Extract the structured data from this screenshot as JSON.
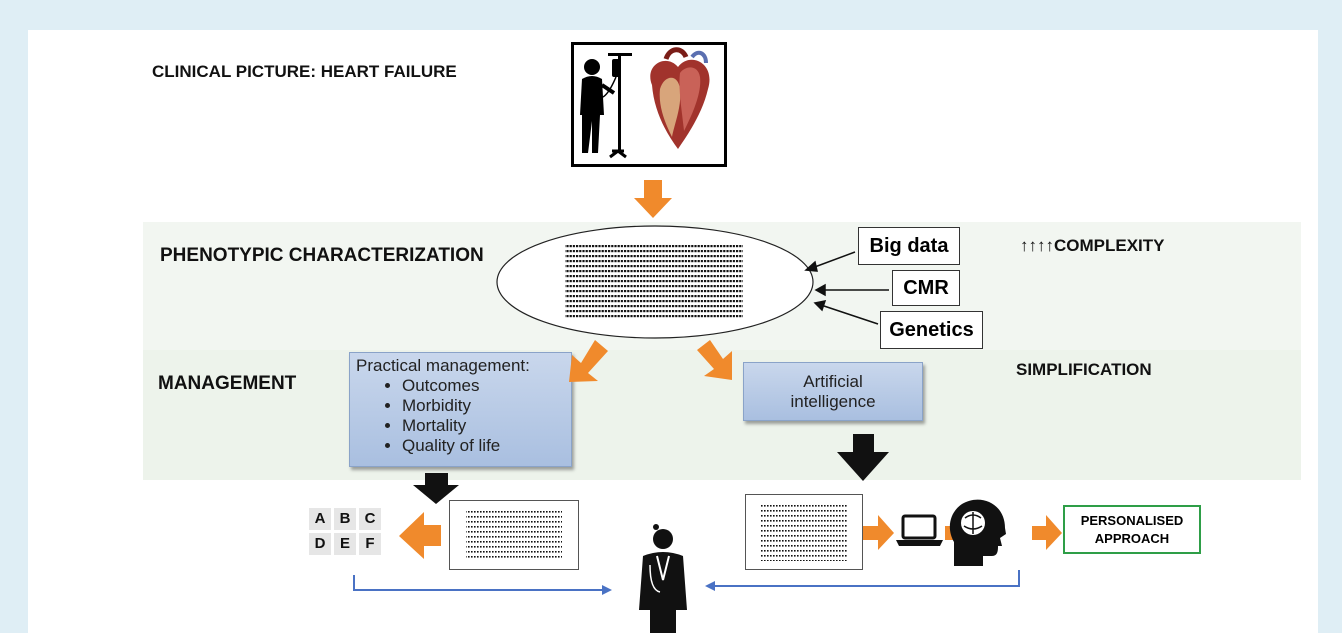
{
  "labels": {
    "clinical_picture": "CLINICAL PICTURE: HEART FAILURE",
    "phenotypic": "PHENOTYPIC CHARACTERIZATION",
    "management": "MANAGEMENT",
    "simplification": "SIMPLIFICATION",
    "complexity": "↑↑↑↑COMPLEXITY"
  },
  "sources": {
    "big_data": "Big data",
    "cmr": "CMR",
    "genetics": "Genetics"
  },
  "practical": {
    "title": "Practical management:",
    "items": [
      "Outcomes",
      "Morbidity",
      "Mortality",
      "Quality of life"
    ]
  },
  "ai": {
    "line1": "Artificial",
    "line2": "intelligence"
  },
  "grid": {
    "letters": [
      "A",
      "B",
      "C",
      "D",
      "E",
      "F"
    ]
  },
  "outcome": {
    "line1": "PERSONALISED",
    "line2": "APPROACH"
  },
  "colors": {
    "background": "#dfeef5",
    "orange_arrow": "#f08a2c",
    "blue_line": "#4a72c4",
    "box_blue": "#b7c9e6",
    "personalised_border": "#2e9e47"
  }
}
